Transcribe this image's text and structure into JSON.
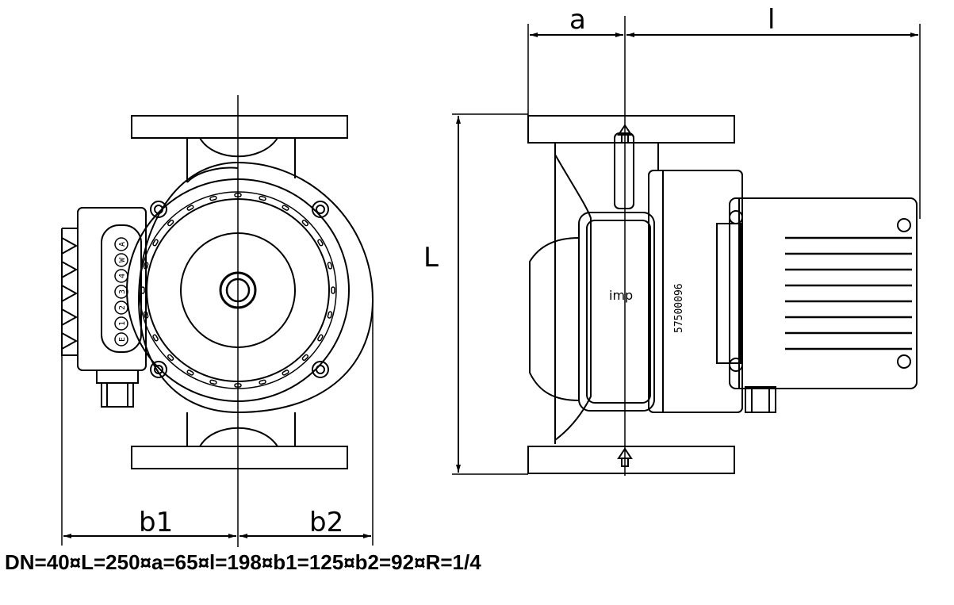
{
  "dimensions": {
    "a": "a",
    "l": "l",
    "L": "L",
    "b1": "b1",
    "b2": "b2"
  },
  "side_view": {
    "serial": "57500096",
    "logo": "imp"
  },
  "terminal_marks": [
    "E",
    "1",
    "2",
    "3",
    "4",
    "W",
    "A"
  ],
  "spec": {
    "text": "DN=40¤L=250¤a=65¤l=198¤b1=125¤b2=92¤R=1/4"
  }
}
